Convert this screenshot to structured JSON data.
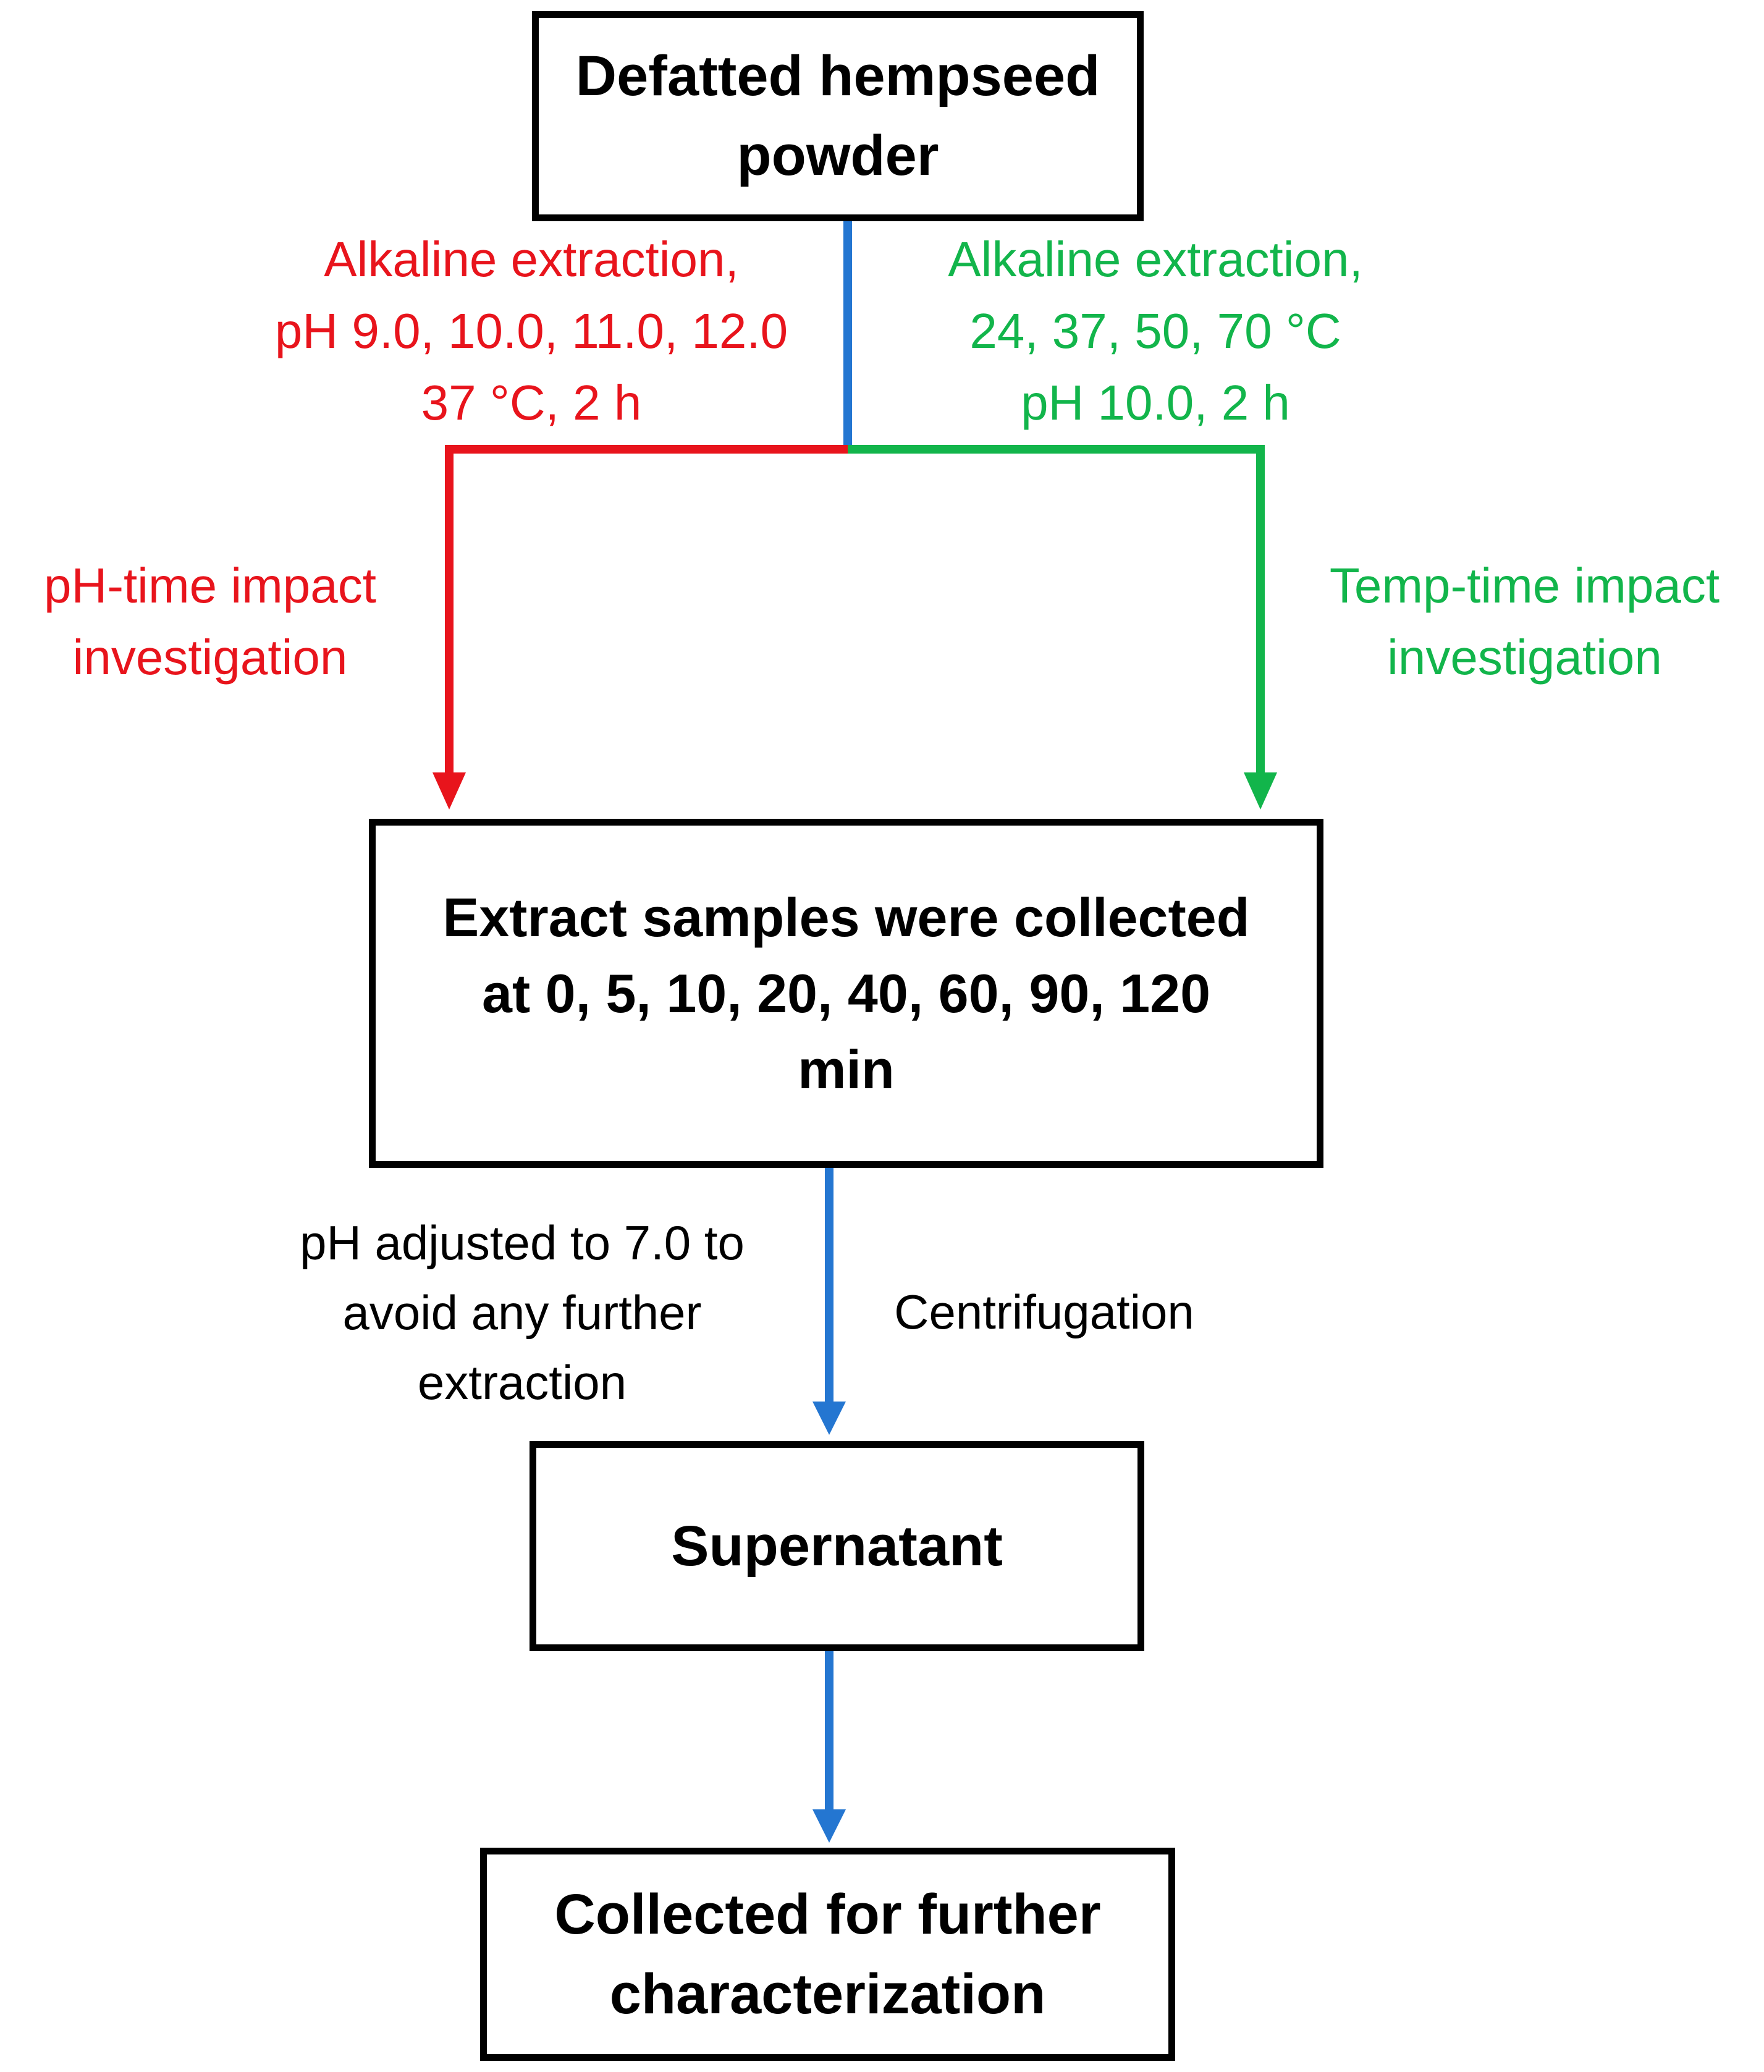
{
  "colors": {
    "red": "#e8141c",
    "green": "#12b54b",
    "blue": "#2476d1",
    "black": "#000000"
  },
  "boxes": {
    "start": "Defatted hempseed\npowder",
    "extract": "Extract samples were collected\nat 0, 5, 10, 20, 40, 60, 90, 120\nmin",
    "supernatant": "Supernatant",
    "final": "Collected for further\ncharacterization"
  },
  "labels": {
    "red_conditions": "Alkaline extraction,\npH 9.0, 10.0, 11.0, 12.0\n37 °C, 2 h",
    "green_conditions": "Alkaline extraction,\n24, 37, 50, 70 °C\npH 10.0, 2 h",
    "red_branch": "pH-time impact\ninvestigation",
    "green_branch": "Temp-time impact\ninvestigation",
    "ph_adjust": "pH adjusted to 7.0 to\navoid any further\nextraction",
    "centrifugation": "Centrifugation"
  }
}
